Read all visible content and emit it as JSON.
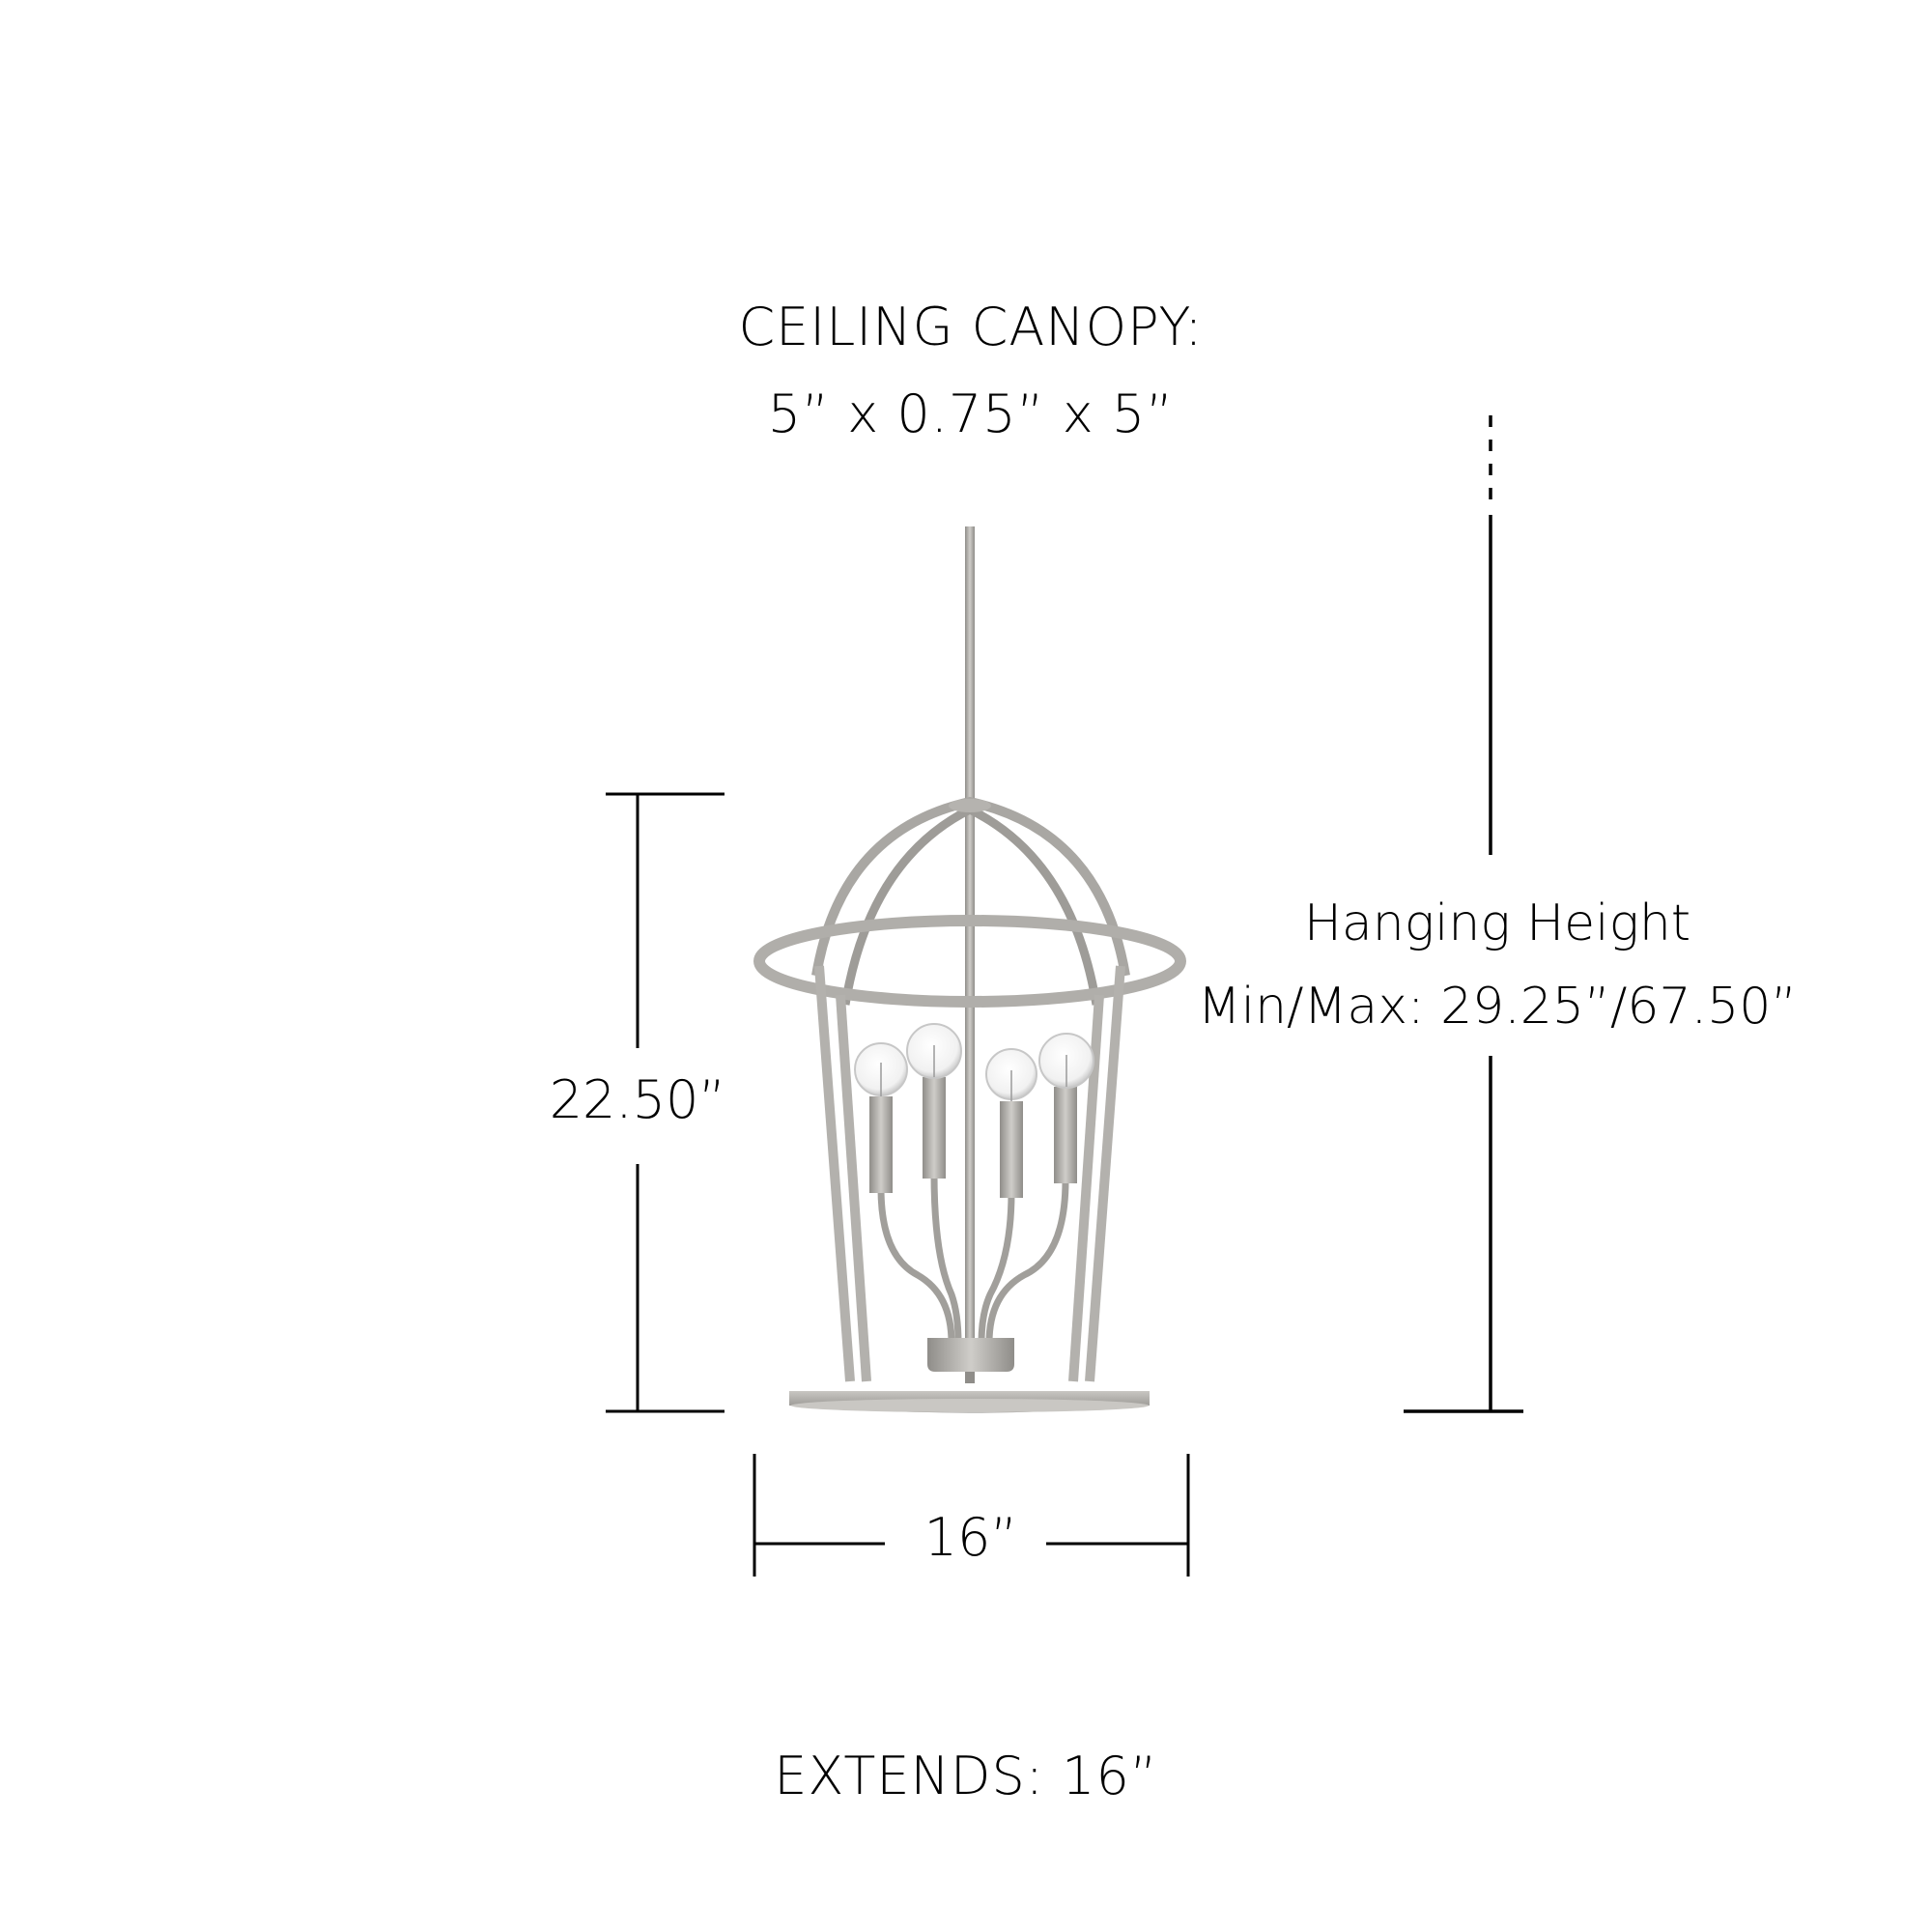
{
  "canopy": {
    "title": "CEILING CANOPY:",
    "dimensions": "5” x 0.75” x 5”"
  },
  "height_dimension": {
    "value": "22.50”"
  },
  "hanging_height": {
    "title": "Hanging Height",
    "range": "Min/Max: 29.25”/67.50”"
  },
  "width_dimension": {
    "value": "16”"
  },
  "extends": {
    "text": "EXTENDS: 16”"
  },
  "fixture": {
    "type": "4-light lantern pendant",
    "bulb_count": 4,
    "finish_color": "#a9a7a3",
    "line_color": "#000000"
  }
}
